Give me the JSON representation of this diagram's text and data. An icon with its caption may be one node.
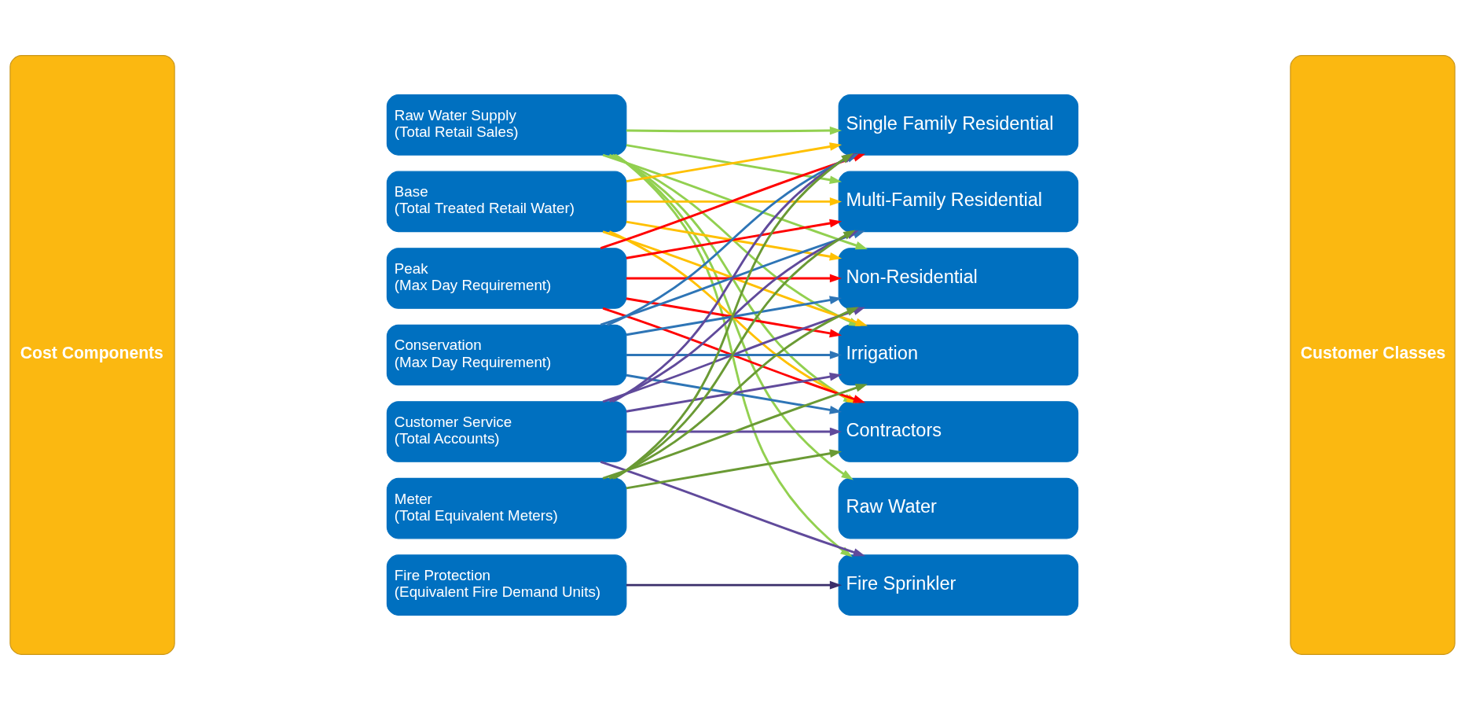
{
  "diagram": {
    "nodes": [
      {
        "text": [
          "Cost Components"
        ]
      },
      {
        "text": [
          "Raw Water Supply",
          "(Total Retail Sales)"
        ]
      },
      {
        "text": [
          "Base",
          "(Total Treated Retail Water)"
        ]
      },
      {
        "text": [
          "Peak",
          "(Max Day Requirement)"
        ]
      },
      {
        "text": [
          "Conservation",
          "(Max Day Requirement)"
        ]
      },
      {
        "text": [
          "Customer Service",
          "(Total Accounts)"
        ]
      },
      {
        "text": [
          "Meter",
          "(Total Equivalent Meters)"
        ]
      },
      {
        "text": [
          "Fire Protection",
          "(Equivalent Fire Demand Units)"
        ]
      },
      {
        "text": [
          "Single Family Residential"
        ]
      },
      {
        "text": [
          "Multi-Family Residential"
        ]
      },
      {
        "text": [
          "Non-Residential"
        ]
      },
      {
        "text": [
          "Irrigation"
        ]
      },
      {
        "text": [
          "Contractors"
        ]
      },
      {
        "text": [
          "Raw Water"
        ]
      },
      {
        "text": [
          "Fire Sprinkler"
        ]
      },
      {
        "text": [
          "Customer Classes"
        ]
      }
    ],
    "edges": [
      {
        "from": 1,
        "to": 8,
        "arrow": "to",
        "color": "#92d050"
      },
      {
        "from": 1,
        "to": 9,
        "arrow": "to",
        "color": "#92d050"
      },
      {
        "from": 1,
        "to": 10,
        "arrow": "to",
        "color": "#92d050"
      },
      {
        "from": 1,
        "to": 11,
        "arrow": "to",
        "color": "#92d050"
      },
      {
        "from": 1,
        "to": 12,
        "arrow": "to",
        "color": "#92d050"
      },
      {
        "from": 1,
        "to": 13,
        "arrow": "to",
        "color": "#92d050"
      },
      {
        "from": 1,
        "to": 14,
        "arrow": "to",
        "color": "#92d050"
      },
      {
        "from": 2,
        "to": 8,
        "arrow": "to",
        "color": "#ffc000"
      },
      {
        "from": 2,
        "to": 9,
        "arrow": "to",
        "color": "#ffc000"
      },
      {
        "from": 2,
        "to": 10,
        "arrow": "to",
        "color": "#ffc000"
      },
      {
        "from": 2,
        "to": 11,
        "arrow": "to",
        "color": "#ffc000"
      },
      {
        "from": 2,
        "to": 12,
        "arrow": "to",
        "color": "#ffc000"
      },
      {
        "from": 3,
        "to": 8,
        "arrow": "to",
        "color": "#ff0000"
      },
      {
        "from": 3,
        "to": 9,
        "arrow": "to",
        "color": "#ff0000"
      },
      {
        "from": 3,
        "to": 10,
        "arrow": "to",
        "color": "#ff0000"
      },
      {
        "from": 3,
        "to": 11,
        "arrow": "to",
        "color": "#ff0000"
      },
      {
        "from": 3,
        "to": 12,
        "arrow": "to",
        "color": "#ff0000"
      },
      {
        "from": 4,
        "to": 8,
        "arrow": "to",
        "color": "#2e75b6"
      },
      {
        "from": 4,
        "to": 9,
        "arrow": "to",
        "color": "#2e75b6"
      },
      {
        "from": 4,
        "to": 10,
        "arrow": "to",
        "color": "#2e75b6"
      },
      {
        "from": 4,
        "to": 11,
        "arrow": "to",
        "color": "#2e75b6"
      },
      {
        "from": 4,
        "to": 12,
        "arrow": "to",
        "color": "#2e75b6"
      },
      {
        "from": 5,
        "to": 8,
        "arrow": "to",
        "color": "#604a9b"
      },
      {
        "from": 5,
        "to": 9,
        "arrow": "to",
        "color": "#604a9b"
      },
      {
        "from": 5,
        "to": 10,
        "arrow": "to",
        "color": "#604a9b"
      },
      {
        "from": 5,
        "to": 11,
        "arrow": "to",
        "color": "#604a9b"
      },
      {
        "from": 5,
        "to": 12,
        "arrow": "to",
        "color": "#604a9b"
      },
      {
        "from": 5,
        "to": 14,
        "arrow": "to",
        "color": "#604a9b"
      },
      {
        "from": 6,
        "to": 8,
        "arrow": "to",
        "color": "#6a9a34"
      },
      {
        "from": 6,
        "to": 9,
        "arrow": "to",
        "color": "#6a9a34"
      },
      {
        "from": 6,
        "to": 10,
        "arrow": "to",
        "color": "#6a9a34"
      },
      {
        "from": 6,
        "to": 11,
        "arrow": "to",
        "color": "#6a9a34"
      },
      {
        "from": 6,
        "to": 12,
        "arrow": "to",
        "color": "#6a9a34"
      },
      {
        "from": 7,
        "to": 14,
        "arrow": "to",
        "color": "#3b2f6b"
      }
    ]
  }
}
